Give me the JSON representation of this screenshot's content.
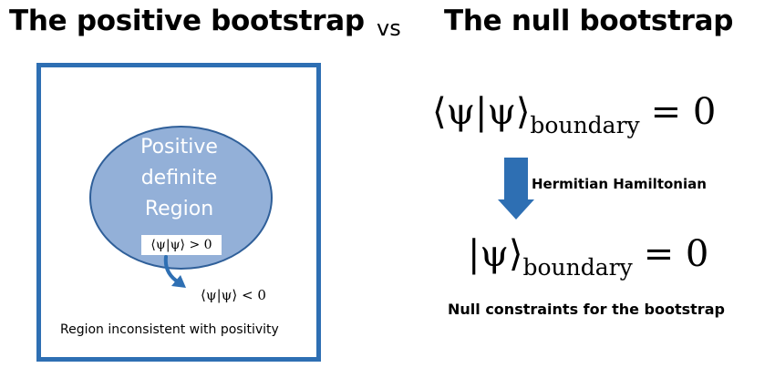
{
  "titles": {
    "left": "The positive bootstrap",
    "vs": "vs",
    "right": "The null bootstrap"
  },
  "left_panel": {
    "ellipse_lines": [
      "Positive",
      "definite",
      "Region"
    ],
    "positive_condition": "⟨ψ|ψ⟩ > 0",
    "negative_condition": "⟨ψ|ψ⟩ < 0",
    "inconsistent_label": "Region inconsistent with positivity"
  },
  "right_panel": {
    "equation_top": {
      "lhs": "⟨ψ|ψ⟩",
      "subscript": "boundary",
      "rhs": "= 0"
    },
    "arrow_label": "Hermitian Hamiltonian",
    "equation_bottom": {
      "lhs": "|ψ⟩",
      "subscript": "boundary",
      "rhs": "= 0"
    },
    "caption": "Null constraints for the bootstrap"
  },
  "colors": {
    "frame_blue": "#2e6fb3",
    "ellipse_fill": "#93b0d8",
    "ellipse_text": "#ffffff"
  },
  "icons": {
    "flow_arrow": "down-arrow-icon",
    "curved_arrow": "curved-arrow-icon"
  }
}
